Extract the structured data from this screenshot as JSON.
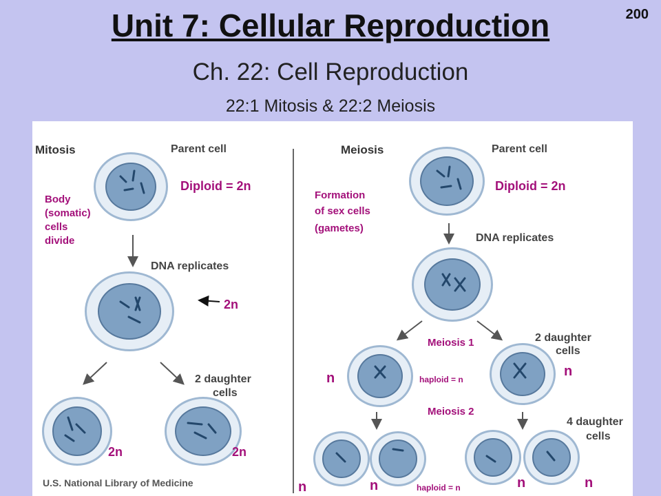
{
  "header": {
    "title": "Unit 7: Cellular Reproduction",
    "page_number": "200",
    "subtitle": "Ch. 22: Cell Reproduction",
    "section": "22:1 Mitosis & 22:2 Meiosis"
  },
  "diagram": {
    "mitosis": {
      "heading": "Mitosis",
      "parent_cell": "Parent cell",
      "dna_replicates": "DNA replicates",
      "daughter_cells_line1": "2 daughter",
      "daughter_cells_line2": "cells"
    },
    "meiosis": {
      "heading": "Meiosis",
      "parent_cell": "Parent cell",
      "dna_replicates": "DNA replicates",
      "two_daughter_line1": "2 daughter",
      "two_daughter_line2": "cells",
      "four_daughter_line1": "4 daughter",
      "four_daughter_line2": "cells"
    },
    "credit": "U.S. National Library of Medicine"
  },
  "annotations": {
    "mitosis_diploid": "Diploid = 2n",
    "body_cells_1": "Body",
    "body_cells_2": "(somatic)",
    "body_cells_3": "cells",
    "body_cells_4": "divide",
    "replicated_2n": "2n",
    "daughter_left_2n": "2n",
    "daughter_right_2n": "2n",
    "meiosis_diploid": "Diploid = 2n",
    "formation_1": "Formation",
    "formation_2": "of sex cells",
    "formation_3": "(gametes)",
    "meiosis_1": "Meiosis 1",
    "meiosis_2": "Meiosis 2",
    "haploid_mid": "haploid = n",
    "haploid_bottom": "haploid = n",
    "n_left": "n",
    "n_right": "n",
    "n_b1": "n",
    "n_b2": "n",
    "n_b3": "n",
    "n_b4": "n"
  }
}
